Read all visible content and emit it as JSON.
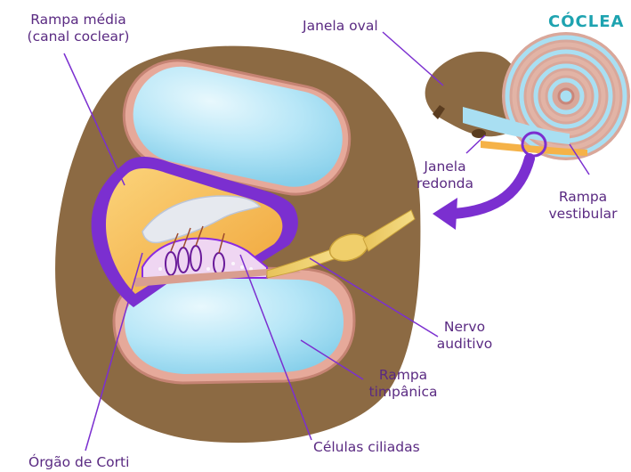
{
  "title": "CÓCLEA",
  "labels": {
    "rampa_media_1": "Rampa média",
    "rampa_media_2": "(canal coclear)",
    "janela_oval": "Janela oval",
    "janela_redonda_1": "Janela",
    "janela_redonda_2": "redonda",
    "rampa_vestibular_1": "Rampa",
    "rampa_vestibular_2": "vestibular",
    "nervo_auditivo_1": "Nervo",
    "nervo_auditivo_2": "auditivo",
    "rampa_timpanica_1": "Rampa",
    "rampa_timpanica_2": "timpânica",
    "celulas_ciliadas": "Células ciliadas",
    "orgao_de_corti": "Órgão de Corti"
  },
  "colors": {
    "text": "#5a2a82",
    "title": "#1ea3b0",
    "bone": "#8c6a43",
    "fluid": "#a9e3f5",
    "membrane": "#d99e90",
    "accent_purple": "#8a2be2",
    "orange": "#f5b248"
  }
}
